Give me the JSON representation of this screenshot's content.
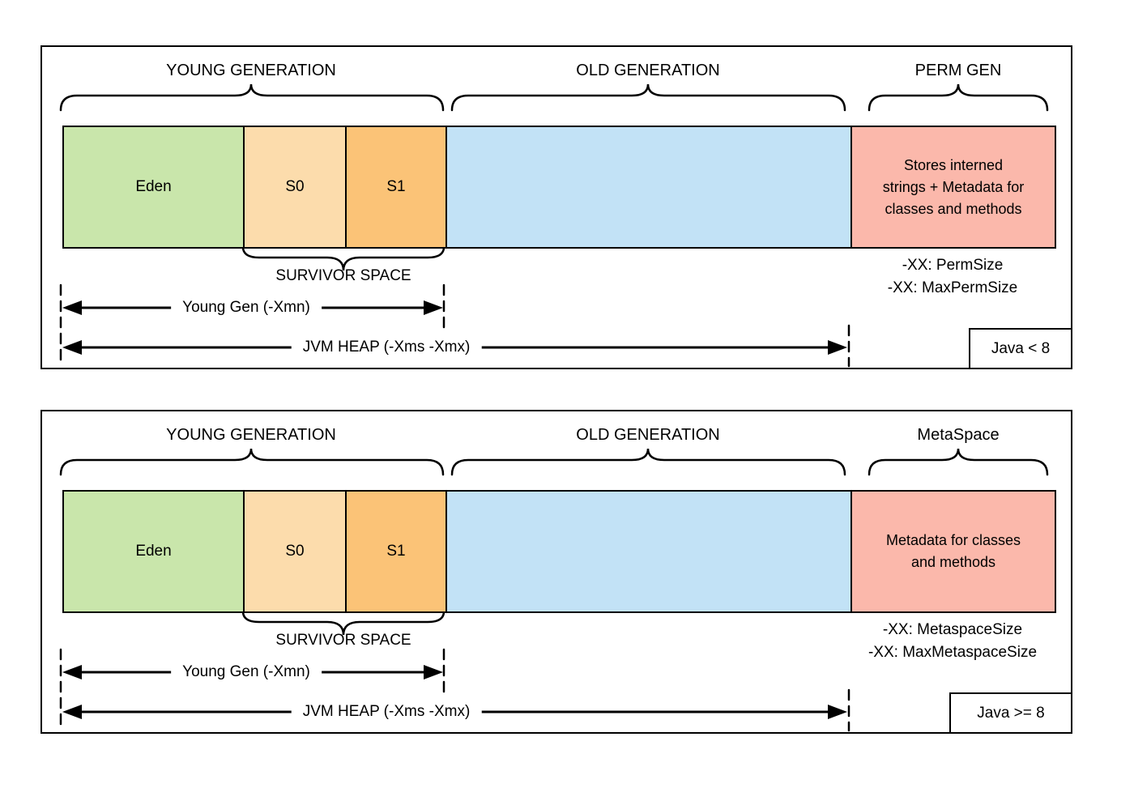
{
  "colors": {
    "eden_green": "#c9e6ab",
    "s0_peach": "#fcdcac",
    "s1_orange": "#fbc377",
    "old_gen_blue": "#c2e2f6",
    "right_box_pink": "#fbb8ab",
    "stroke_black": "#000000",
    "background_white": "#ffffff"
  },
  "panels": [
    {
      "young_generation_label": "YOUNG GENERATION",
      "old_generation_label": "OLD GENERATION",
      "right_region_label": "PERM GEN",
      "eden_label": "Eden",
      "s0_label": "S0",
      "s1_label": "S1",
      "right_box_lines": [
        "Stores interned",
        "strings + Metadata for",
        "classes and methods"
      ],
      "survivor_space_label": "SURVIVOR SPACE",
      "young_gen_arrow_label": "Young Gen (-Xmn)",
      "jvm_heap_arrow_label": "JVM HEAP (-Xms -Xmx)",
      "size_flags": [
        "-XX: PermSize",
        "-XX: MaxPermSize"
      ],
      "java_version_label": "Java < 8"
    },
    {
      "young_generation_label": "YOUNG GENERATION",
      "old_generation_label": "OLD GENERATION",
      "right_region_label": "MetaSpace",
      "eden_label": "Eden",
      "s0_label": "S0",
      "s1_label": "S1",
      "right_box_lines": [
        "Metadata for classes",
        "and methods"
      ],
      "survivor_space_label": "SURVIVOR SPACE",
      "young_gen_arrow_label": "Young Gen (-Xmn)",
      "jvm_heap_arrow_label": "JVM HEAP (-Xms -Xmx)",
      "size_flags": [
        "-XX: MetaspaceSize",
        "-XX: MaxMetaspaceSize"
      ],
      "java_version_label": "Java >= 8"
    }
  ]
}
